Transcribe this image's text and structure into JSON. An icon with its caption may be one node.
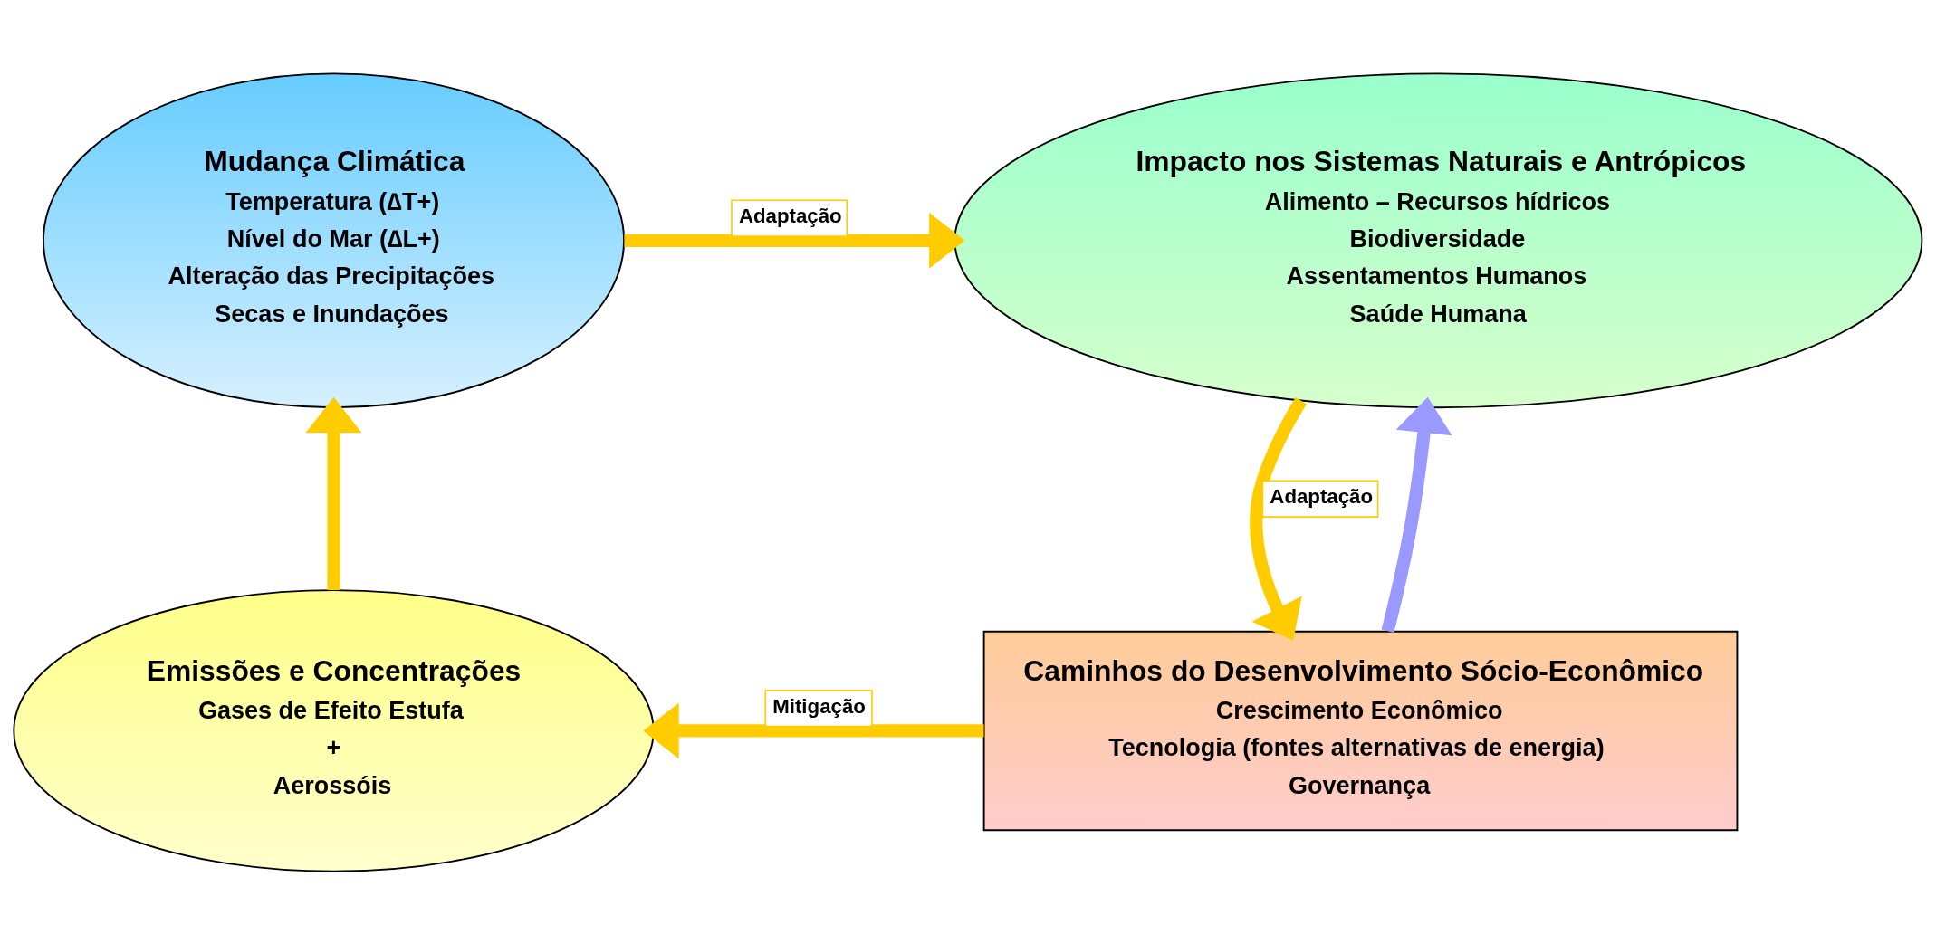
{
  "diagram": {
    "nodes": [
      {
        "text": [
          "Mudança Climática",
          "Temperatura (∆T+)",
          "Nível do Mar (∆L+)",
          "Alteração das Precipitações",
          "Secas e Inundações"
        ]
      },
      {
        "text": [
          "Impacto nos Sistemas Naturais e Antrópicos",
          "Alimento – Recursos hídricos",
          "Biodiversidade",
          "Assentamentos Humanos",
          "Saúde Humana"
        ]
      },
      {
        "text": [
          "Emissões e Concentrações",
          "Gases de Efeito Estufa",
          "+",
          "Aerossóis"
        ]
      },
      {
        "text": [
          "Caminhos do Desenvolvimento Sócio-Econômico",
          "Crescimento Econômico",
          "Tecnologia (fontes alternativas de energia)",
          "Governança"
        ]
      }
    ],
    "edges": [
      {
        "from": 0,
        "to": 1,
        "arrow": "to",
        "label": "Adaptação"
      },
      {
        "from": 1,
        "to": 3,
        "arrow": "to",
        "label": "Adaptação"
      },
      {
        "from": 3,
        "to": 1,
        "arrow": "to",
        "color": "#9999ff"
      },
      {
        "from": 3,
        "to": 2,
        "arrow": "to",
        "label": "Mitigação"
      },
      {
        "from": 2,
        "to": 0,
        "arrow": "to"
      }
    ]
  }
}
